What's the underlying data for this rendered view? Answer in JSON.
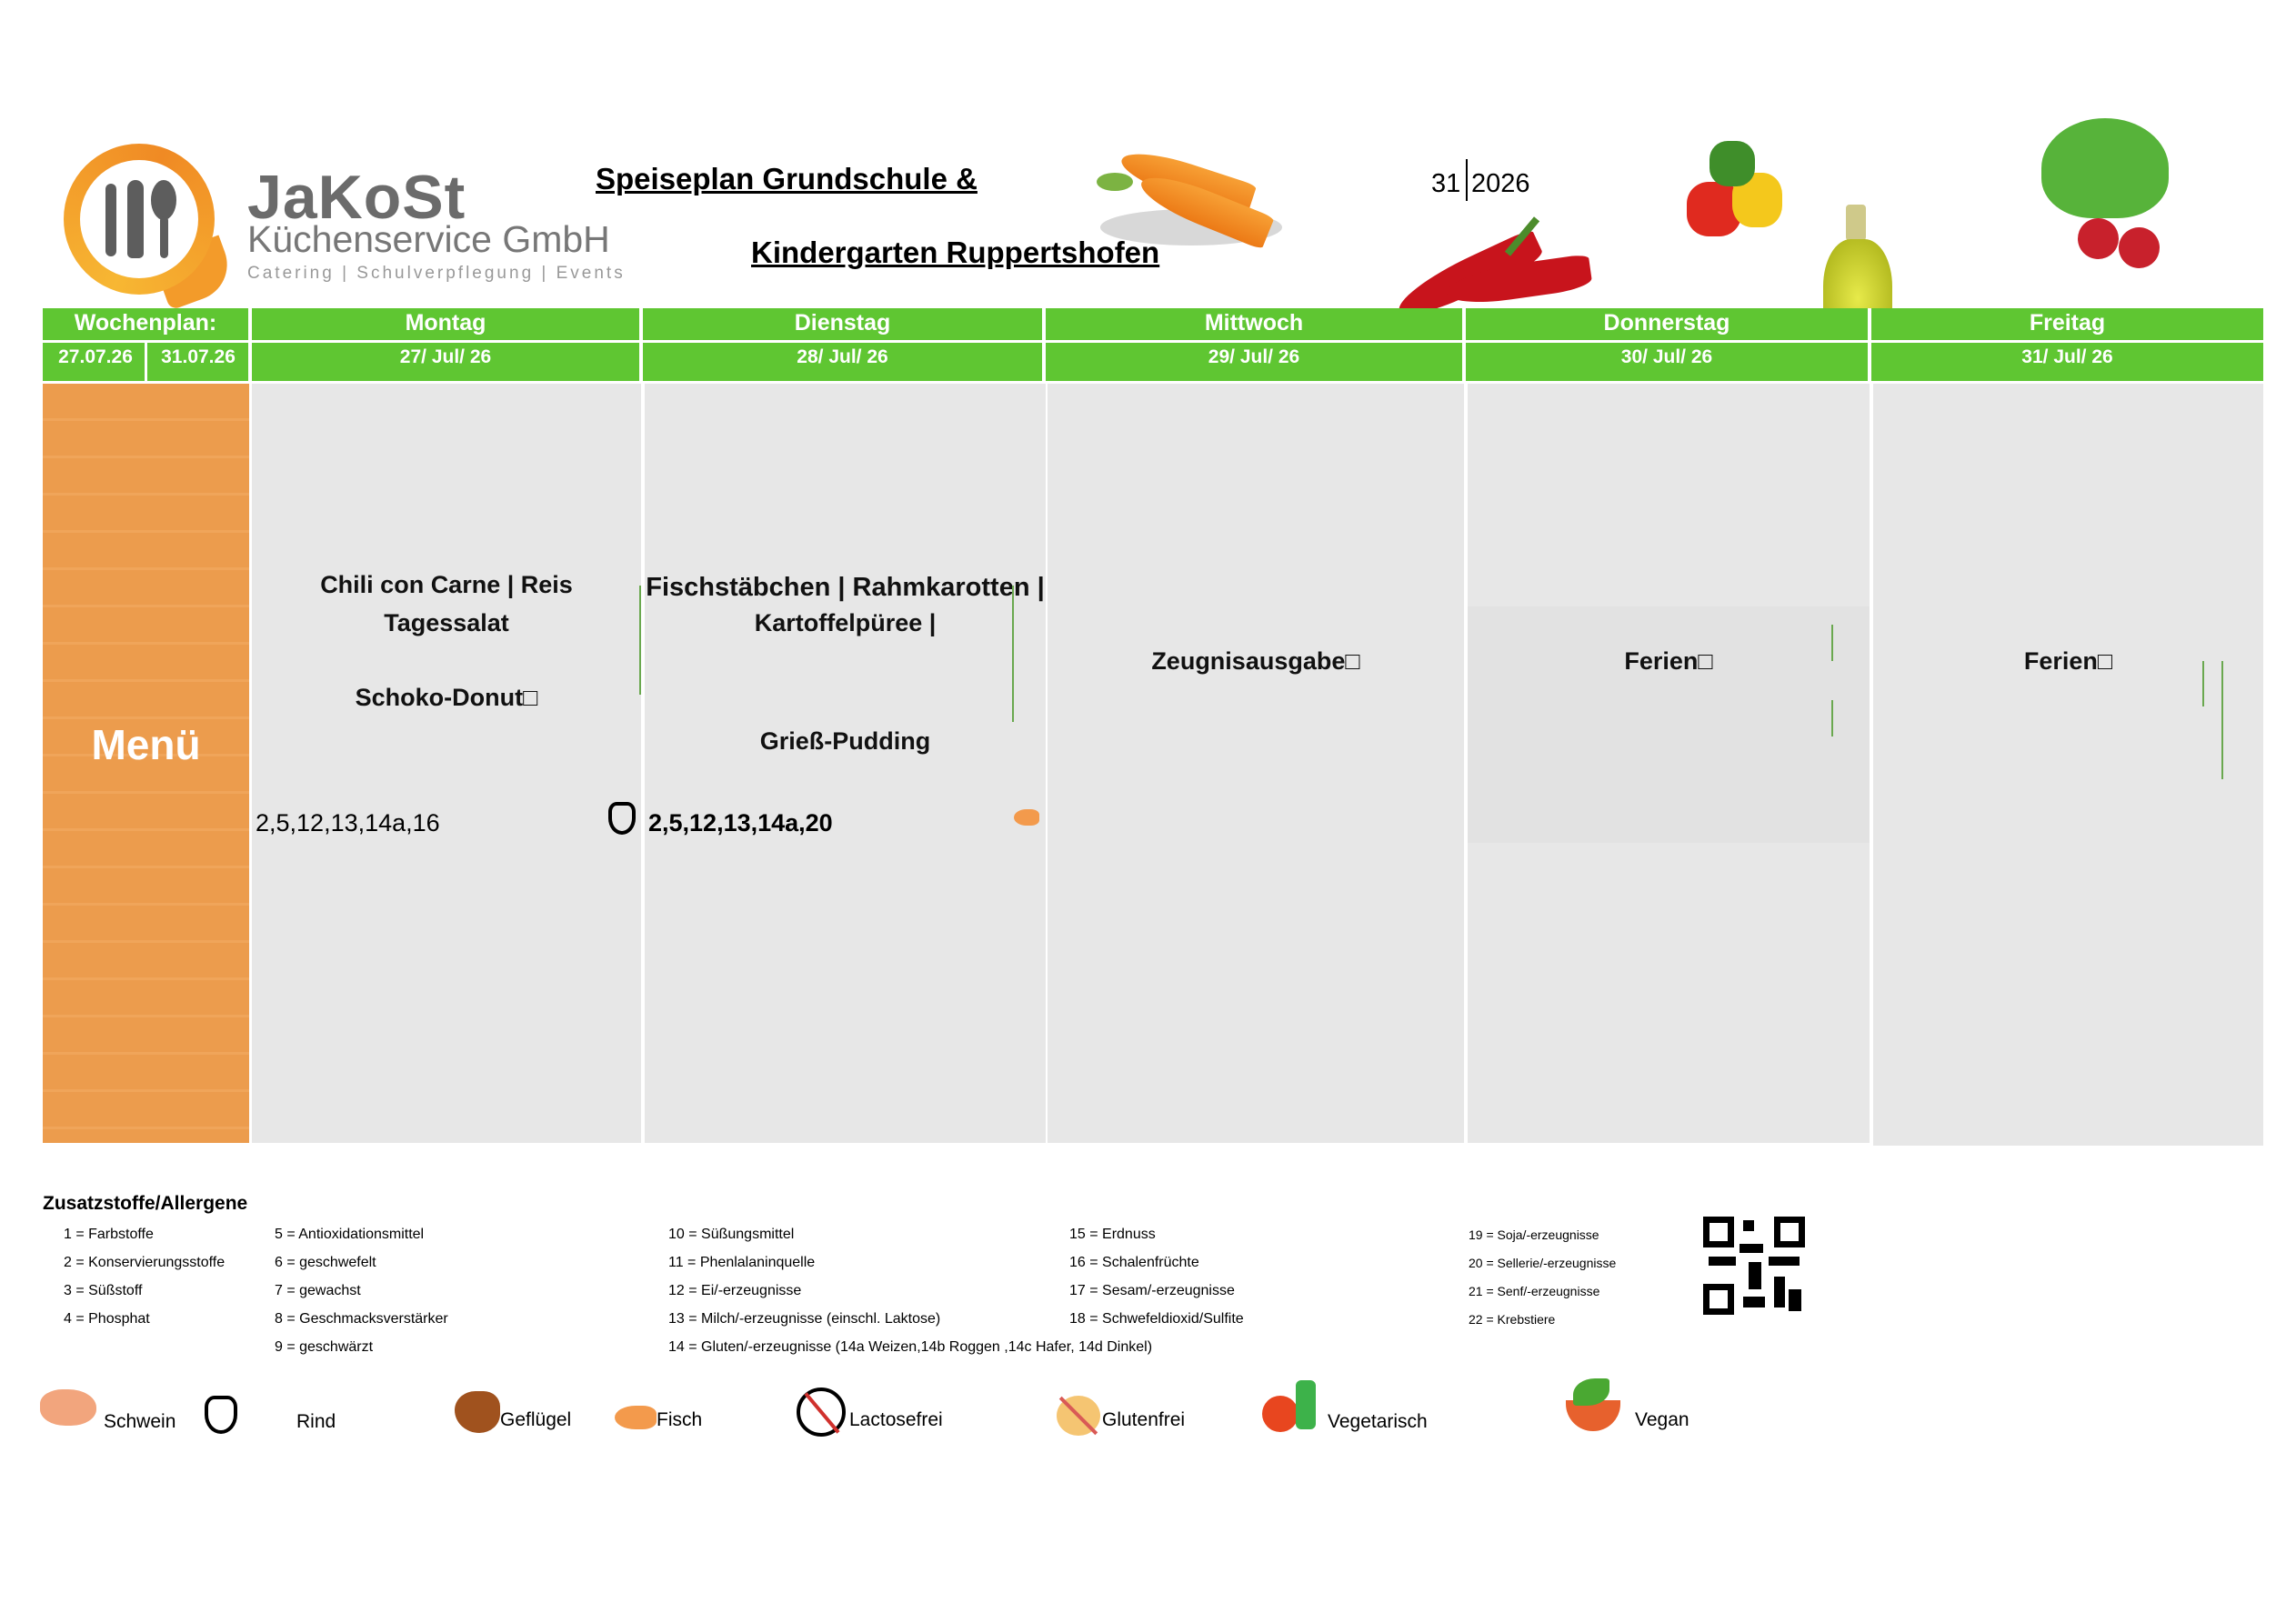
{
  "brand": {
    "name": "JaKoSt",
    "subtitle": "Küchenservice GmbH",
    "tagline": "Catering | Schulverpflegung | Events"
  },
  "header": {
    "title_line1": "Speiseplan Grundschule & ",
    "title_line2": "Kindergarten Ruppertshofen",
    "week_number": "31",
    "week_year": "2026"
  },
  "table": {
    "first_col": {
      "label": "Wochenplan:",
      "from": "27.07.26",
      "to": "31.07.26"
    },
    "days": [
      {
        "day": "Montag",
        "date": "27/ Jul/ 26"
      },
      {
        "day": "Dienstag",
        "date": "28/ Jul/ 26"
      },
      {
        "day": "Mittwoch",
        "date": "29/ Jul/ 26"
      },
      {
        "day": "Donnerstag",
        "date": "30/ Jul/ 26"
      },
      {
        "day": "Freitag",
        "date": "31/ Jul/ 26"
      }
    ],
    "row_label": "Menü",
    "menu": {
      "monday": {
        "line1": "Chili con Carne | Reis",
        "line2": "Tagessalat",
        "dessert": "Schoko-Donut□",
        "allergens": "2,5,12,13,14a,16",
        "meat_icon": "cow-icon"
      },
      "tuesday": {
        "line1": "Fischstäbchen | Rahmkarotten |",
        "line2": "Kartoffelpüree |",
        "dessert": "Grieß-Pudding",
        "allergens": "2,5,12,13,14a,20",
        "meat_icon": "fish-icon"
      },
      "wednesday": {
        "line1": "Zeugnisausgabe□"
      },
      "thursday": {
        "line1": "Ferien□"
      },
      "friday": {
        "line1": "Ferien□"
      }
    }
  },
  "legend": {
    "title": "Zusatzstoffe/Allergene",
    "col1": [
      "1 = Farbstoffe",
      "2 = Konservierungsstoffe",
      "3 = Süßstoff",
      "4 = Phosphat"
    ],
    "col2": [
      "5 = Antioxidationsmittel",
      "6 = geschwefelt",
      "7 = gewachst",
      "8 = Geschmacksverstärker",
      "9 = geschwärzt"
    ],
    "col3": [
      "10 = Süßungsmittel",
      "11 = Phenlalaninquelle",
      "12 = Ei/-erzeugnisse",
      "13 = Milch/-erzeugnisse (einschl. Laktose)",
      "14 = Gluten/-erzeugnisse (14a Weizen,14b Roggen ,14c Hafer, 14d Dinkel)"
    ],
    "col4": [
      "15 = Erdnuss",
      "16 = Schalenfrüchte",
      "17 = Sesam/-erzeugnisse",
      "18 = Schwefeldioxid/Sulfite"
    ],
    "col5": [
      "19 = Soja/-erzeugnisse",
      "20 = Sellerie/-erzeugnisse",
      "21 = Senf/-erzeugnisse",
      "22 = Krebstiere"
    ]
  },
  "icons": [
    {
      "name": "pig-icon",
      "label": "Schwein"
    },
    {
      "name": "cow-icon",
      "label": "Rind"
    },
    {
      "name": "chicken-icon",
      "label": "Geflügel"
    },
    {
      "name": "fish-icon",
      "label": "Fisch"
    },
    {
      "name": "no-milk-icon",
      "label": "Lactosefrei"
    },
    {
      "name": "no-gluten-icon",
      "label": "Glutenfrei"
    },
    {
      "name": "vegetables-icon",
      "label": "Vegetarisch"
    },
    {
      "name": "vegan-bowl-icon",
      "label": "Vegan"
    }
  ],
  "colors": {
    "header_green": "#5fc632",
    "menu_orange": "#ec9c4d",
    "cell_grey": "#e7e7e7",
    "logo_orange": "#f39b2a"
  }
}
